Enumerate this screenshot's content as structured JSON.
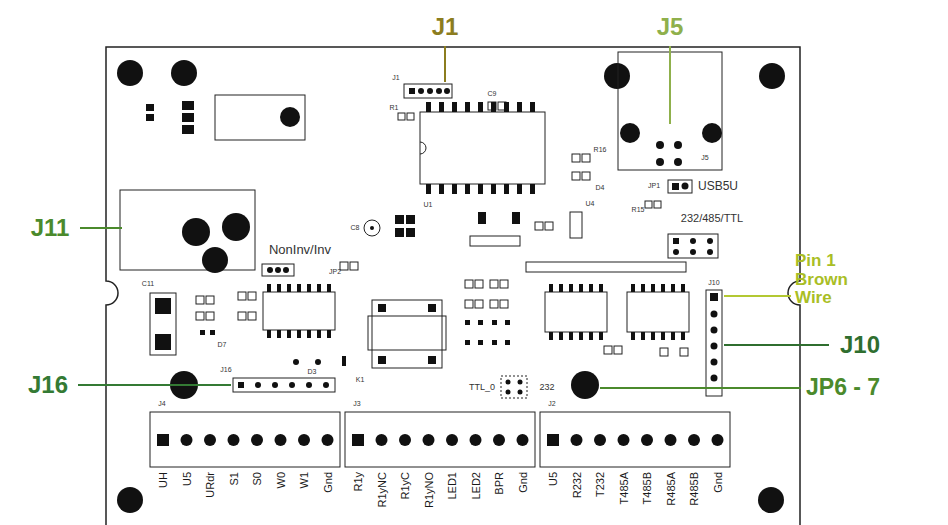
{
  "diagram": {
    "labels": [
      "J1",
      "J5",
      "J11",
      "Pin 1 Brown Wire",
      "J10",
      "J16",
      "JP6 - 7",
      "NonInv/Inv",
      "USB5U",
      "232/485/TTL",
      "TTL_0",
      "232",
      "UH",
      "U5",
      "URdr",
      "S1",
      "S0",
      "W0",
      "W1",
      "Gnd",
      "R1y",
      "R1yNC",
      "R1yC",
      "R1yNO",
      "LED1",
      "LED2",
      "BPR",
      "Gnd",
      "U5",
      "R232",
      "T232",
      "T485A",
      "T485B",
      "R485A",
      "R485B",
      "Gnd",
      "J1",
      "R1",
      "C9",
      "U1",
      "R16",
      "D4",
      "J5",
      "JP1",
      "R15",
      "U4",
      "C8",
      "JP2",
      "K1",
      "D3",
      "J4",
      "J3",
      "J2",
      "J16",
      "J10",
      "C11",
      "D7"
    ]
  }
}
